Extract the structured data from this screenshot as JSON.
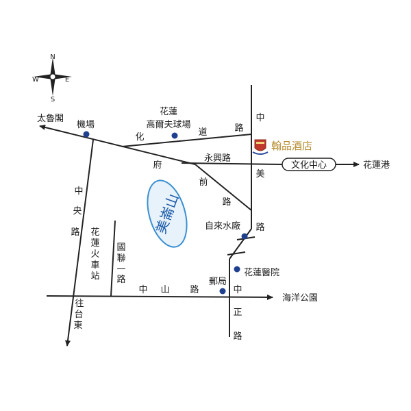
{
  "compass": {
    "n": "N",
    "s": "S",
    "e": "E",
    "w": "W"
  },
  "places": {
    "tailuge": "太魯閣",
    "airport": "機場",
    "golf_line1": "花蓮",
    "golf_line2": "高爾夫球場",
    "hotel": "翰品酒店",
    "hualien_port": "花蓮港",
    "wenhua_center": "文化中心",
    "water_plant": "自來水廠",
    "hospital": "花蓮醫院",
    "post_office": "郵局",
    "ocean_park": "海洋公園",
    "train_station": [
      "花",
      "蓮",
      "火",
      "車",
      "站"
    ],
    "to_taitung": [
      "往",
      "台",
      "東"
    ],
    "mountain": "美崙山"
  },
  "roads": {
    "hua": "化",
    "dao": "道",
    "lu1": "路",
    "fu": "府",
    "qian": "前",
    "lu2": "路",
    "yongxing": "永興路",
    "zhongmei": [
      "中",
      "美",
      "路"
    ],
    "zhongyang": [
      "中",
      "央",
      "路"
    ],
    "guolian": [
      "國",
      "聯",
      "一",
      "路"
    ],
    "zhongshan": [
      "中",
      "山",
      "路"
    ],
    "zhongzheng": [
      "中",
      "正",
      "路"
    ]
  },
  "colors": {
    "road": "#222222",
    "marker": "#1f3f8f",
    "mountain_fill": "#e8f2fb",
    "mountain_stroke": "#3a8fd0",
    "mountain_text": "#1a5aa8",
    "hotel_text": "#b58a2a"
  }
}
